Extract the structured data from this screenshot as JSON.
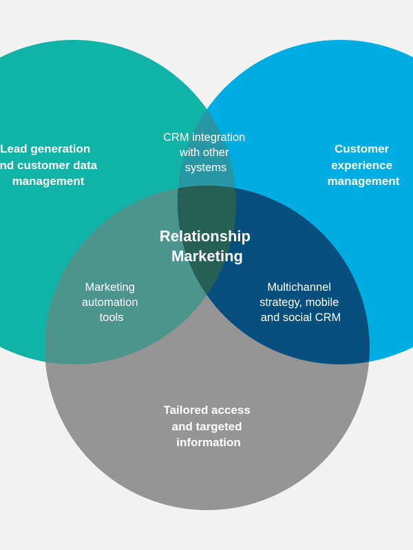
{
  "colors": {
    "background": "#f2f2f2",
    "circle_teal": "#10b3a6",
    "circle_blue": "#00ade2",
    "circle_gray": "#959595",
    "overlap_top": "#2797a6",
    "overlap_left": "#4c958d",
    "overlap_right": "#074f7c",
    "overlap_center": "#265f54",
    "text": "#ffffff"
  },
  "sets": [
    {
      "id": "lead",
      "lines": [
        "Lead generation",
        "and customer data",
        "management"
      ]
    },
    {
      "id": "cx",
      "lines": [
        "Customer",
        "experience",
        "management"
      ]
    },
    {
      "id": "access",
      "lines": [
        "Tailored access",
        "and targeted",
        "information"
      ]
    }
  ],
  "overlaps": {
    "lead_cx": [
      "CRM integration",
      "with other",
      "systems"
    ],
    "lead_access": [
      "Marketing",
      "automation",
      "tools"
    ],
    "cx_access": [
      "Multichannel",
      "strategy, mobile",
      "and social CRM"
    ],
    "center": [
      "Relationship",
      "Marketing"
    ]
  }
}
